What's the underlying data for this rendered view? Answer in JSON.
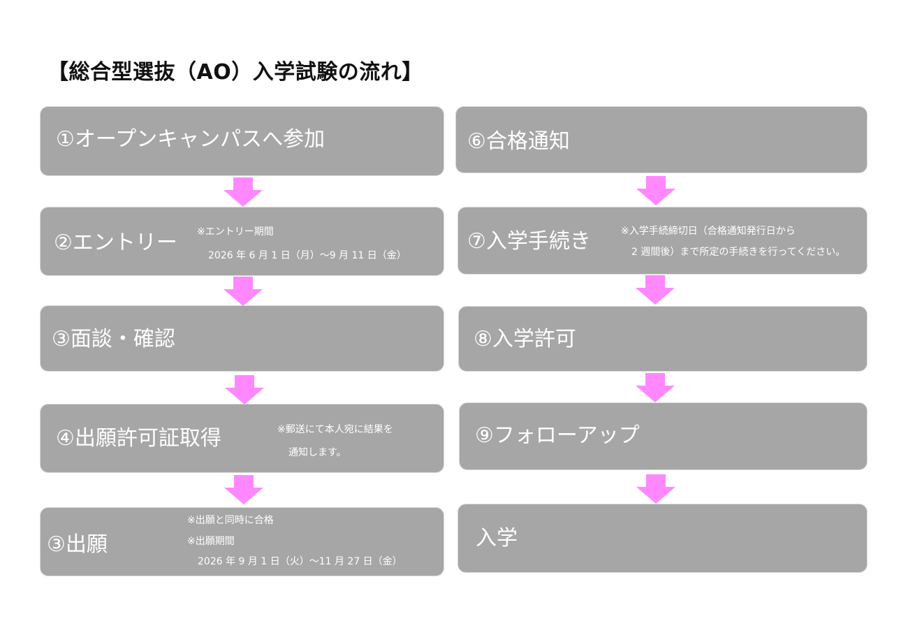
{
  "title": "【総合型選抜（AO）入学試験の流れ】",
  "colors": {
    "box": "#a6a6a6",
    "arrow": "#ff88ff",
    "text": "#ffffff"
  },
  "left_steps": [
    {
      "label": "①オープンキャンパスへ参加",
      "notes": []
    },
    {
      "label": "②エントリー",
      "notes": [
        "※エントリー期間",
        "2026 年 6 月 1 日（月）～9 月 11 日（金）"
      ]
    },
    {
      "label": "③面談・確認",
      "notes": []
    },
    {
      "label": "④出願許可証取得",
      "notes": [
        "※郵送にて本人宛に結果を",
        "通知します。"
      ]
    },
    {
      "label": "③出願",
      "notes": [
        "※出願と同時に合格",
        "※出願期間",
        "2026 年 9 月 1 日（火）～11 月 27 日（金）"
      ]
    }
  ],
  "right_steps": [
    {
      "label": "⑥合格通知",
      "notes": []
    },
    {
      "label": "⑦入学手続き",
      "notes": [
        "※入学手続締切日（合格通知発行日から",
        "2 週間後）まで所定の手続きを行ってください。"
      ]
    },
    {
      "label": "⑧入学許可",
      "notes": []
    },
    {
      "label": "⑨フォローアップ",
      "notes": []
    },
    {
      "label": "入学",
      "notes": []
    }
  ]
}
